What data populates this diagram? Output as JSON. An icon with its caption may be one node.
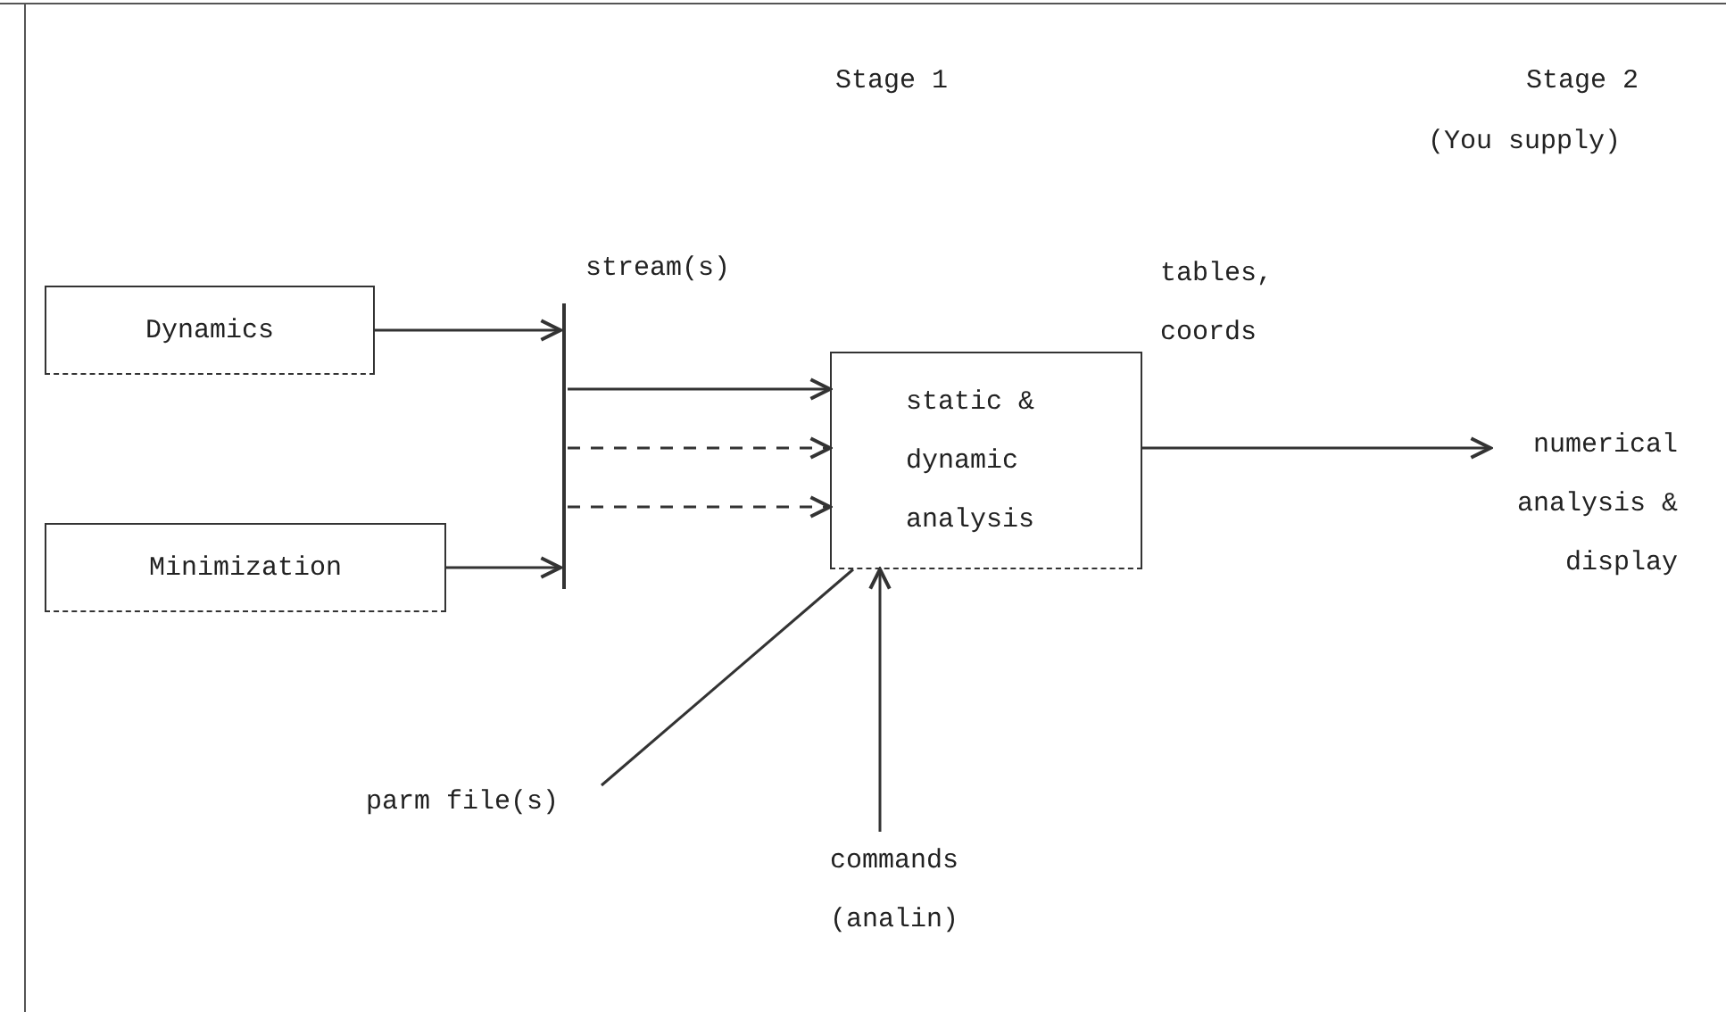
{
  "diagram": {
    "nodes": [
      {
        "text": [
          "Dynamics"
        ]
      },
      {
        "text": [
          "Minimization"
        ]
      },
      {
        "text": [
          "stream(s)"
        ]
      },
      {
        "text": [
          "static & dynamic analysis"
        ]
      },
      {
        "text": [
          "numerical analysis & display"
        ]
      },
      {
        "text": [
          "parm file(s)"
        ]
      },
      {
        "text": [
          "commands",
          "(analin)"
        ]
      }
    ],
    "edges": [
      {
        "from": 0,
        "to": 2,
        "arrow": "to"
      },
      {
        "from": 1,
        "to": 2,
        "arrow": "to"
      },
      {
        "from": 2,
        "to": 3,
        "arrow": "to"
      },
      {
        "from": 2,
        "to": 3,
        "arrow": "to",
        "style": "dashed"
      },
      {
        "from": 2,
        "to": 3,
        "arrow": "to",
        "style": "dashed"
      },
      {
        "from": 3,
        "to": 4,
        "arrow": "to",
        "label": "tables, coords"
      },
      {
        "from": 5,
        "to": 3,
        "arrow": "none"
      },
      {
        "from": 6,
        "to": 3,
        "arrow": "to"
      }
    ],
    "labels": [
      "Stage 1",
      "Stage 2",
      "(You supply)"
    ]
  }
}
